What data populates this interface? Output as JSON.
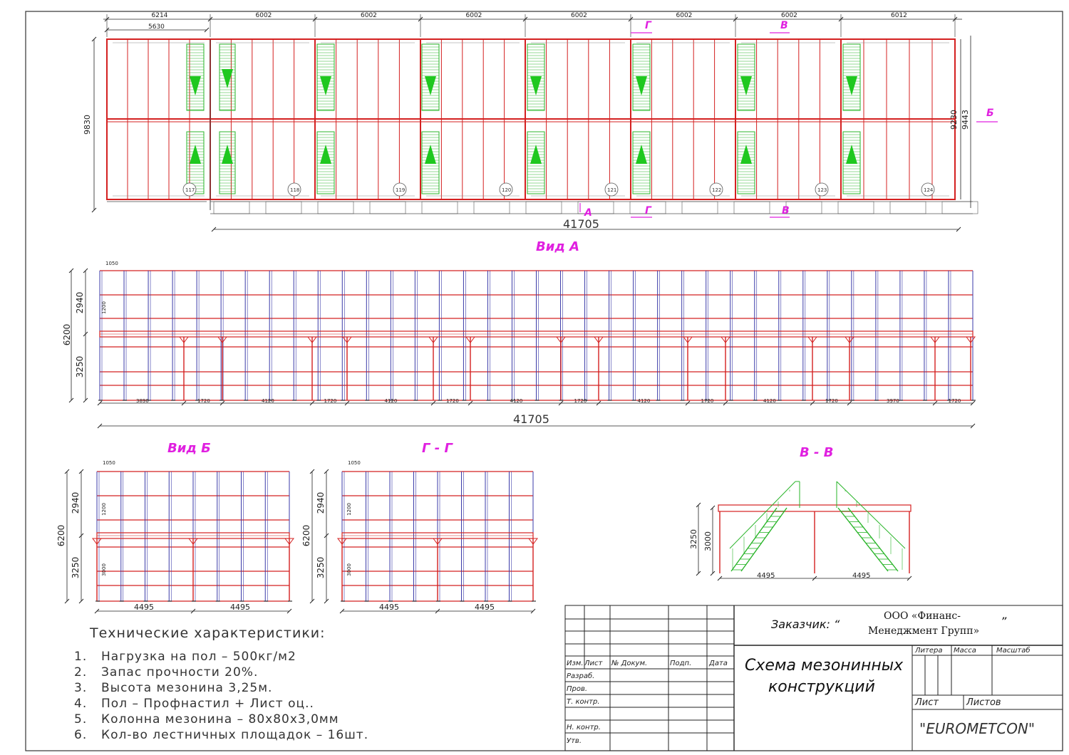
{
  "plan": {
    "span_dims": [
      "6214",
      "6002",
      "6002",
      "6002",
      "6002",
      "6002",
      "6002",
      "6012"
    ],
    "inner_dim": "5630",
    "total_length": "41705",
    "left_height": "9830",
    "right_heights": [
      "9230",
      "9443"
    ],
    "room_numbers": [
      "117",
      "118",
      "119",
      "120",
      "121",
      "122",
      "123",
      "124"
    ],
    "section_marks": {
      "a": "А",
      "b": "Б",
      "v": "В",
      "g": "Г"
    }
  },
  "views": {
    "view_a": {
      "title": "Вид А",
      "dims_left": [
        "1050",
        "2940",
        "1200",
        "6200",
        "3250"
      ],
      "bottom_dims": [
        "3890",
        "1720",
        "4120",
        "1720",
        "4120",
        "1720",
        "4120",
        "1720",
        "4120",
        "1720",
        "4120",
        "1720",
        "3970",
        "1720"
      ],
      "total": "41705"
    },
    "view_b": {
      "title": "Вид Б",
      "dims": [
        "1050",
        "2940",
        "1200",
        "6200",
        "3250",
        "3000"
      ],
      "bottom": [
        "4495",
        "4495"
      ]
    },
    "section_gg": {
      "title": "Г - Г",
      "dims": [
        "1050",
        "2940",
        "1200",
        "6200",
        "3250",
        "3000"
      ],
      "bottom": [
        "4495",
        "4495"
      ]
    },
    "section_vv": {
      "title": "В - В",
      "dims": [
        "3250",
        "3000"
      ],
      "bottom": [
        "4495",
        "4495"
      ]
    }
  },
  "specs": {
    "title": "Технические характеристики:",
    "items": [
      {
        "n": "1.",
        "text": "Нагрузка на пол – 500кг/м2"
      },
      {
        "n": "2.",
        "text": "Запас прочности 20%."
      },
      {
        "n": "3.",
        "text": "Высота мезонина 3,25м."
      },
      {
        "n": "4.",
        "text": "Пол – Профнастил + Лист оц.."
      },
      {
        "n": "5.",
        "text": "Колонна мезонина – 80х80х3,0мм"
      },
      {
        "n": "6.",
        "text": "Кол-во лестничных площадок – 16шт."
      }
    ]
  },
  "title_block": {
    "customer_label": "Заказчик: “",
    "customer_name_1": "ООО «Финанс-",
    "customer_name_2": "Менеджмент Групп»",
    "customer_close": "”",
    "drawing_title_1": "Схема мезонинных",
    "drawing_title_2": "конструкций",
    "col_headers": [
      "Изм.",
      "Лист",
      "№ Докум.",
      "Подп.",
      "Дата"
    ],
    "row_labels": [
      "Разраб.",
      "Пров.",
      "Т. контр.",
      "",
      "Н. контр.",
      "Утв."
    ],
    "litera": "Литера",
    "massa": "Масса",
    "masshtab": "Масштаб",
    "list": "Лист",
    "listov": "Листов",
    "company": "\"EUROMETCON\""
  },
  "colors": {
    "frame": "#d42020",
    "post": "#3a3aa8",
    "stair": "#2ab52a",
    "arrow": "#1fc81f",
    "label_magenta": "#e020e0"
  }
}
